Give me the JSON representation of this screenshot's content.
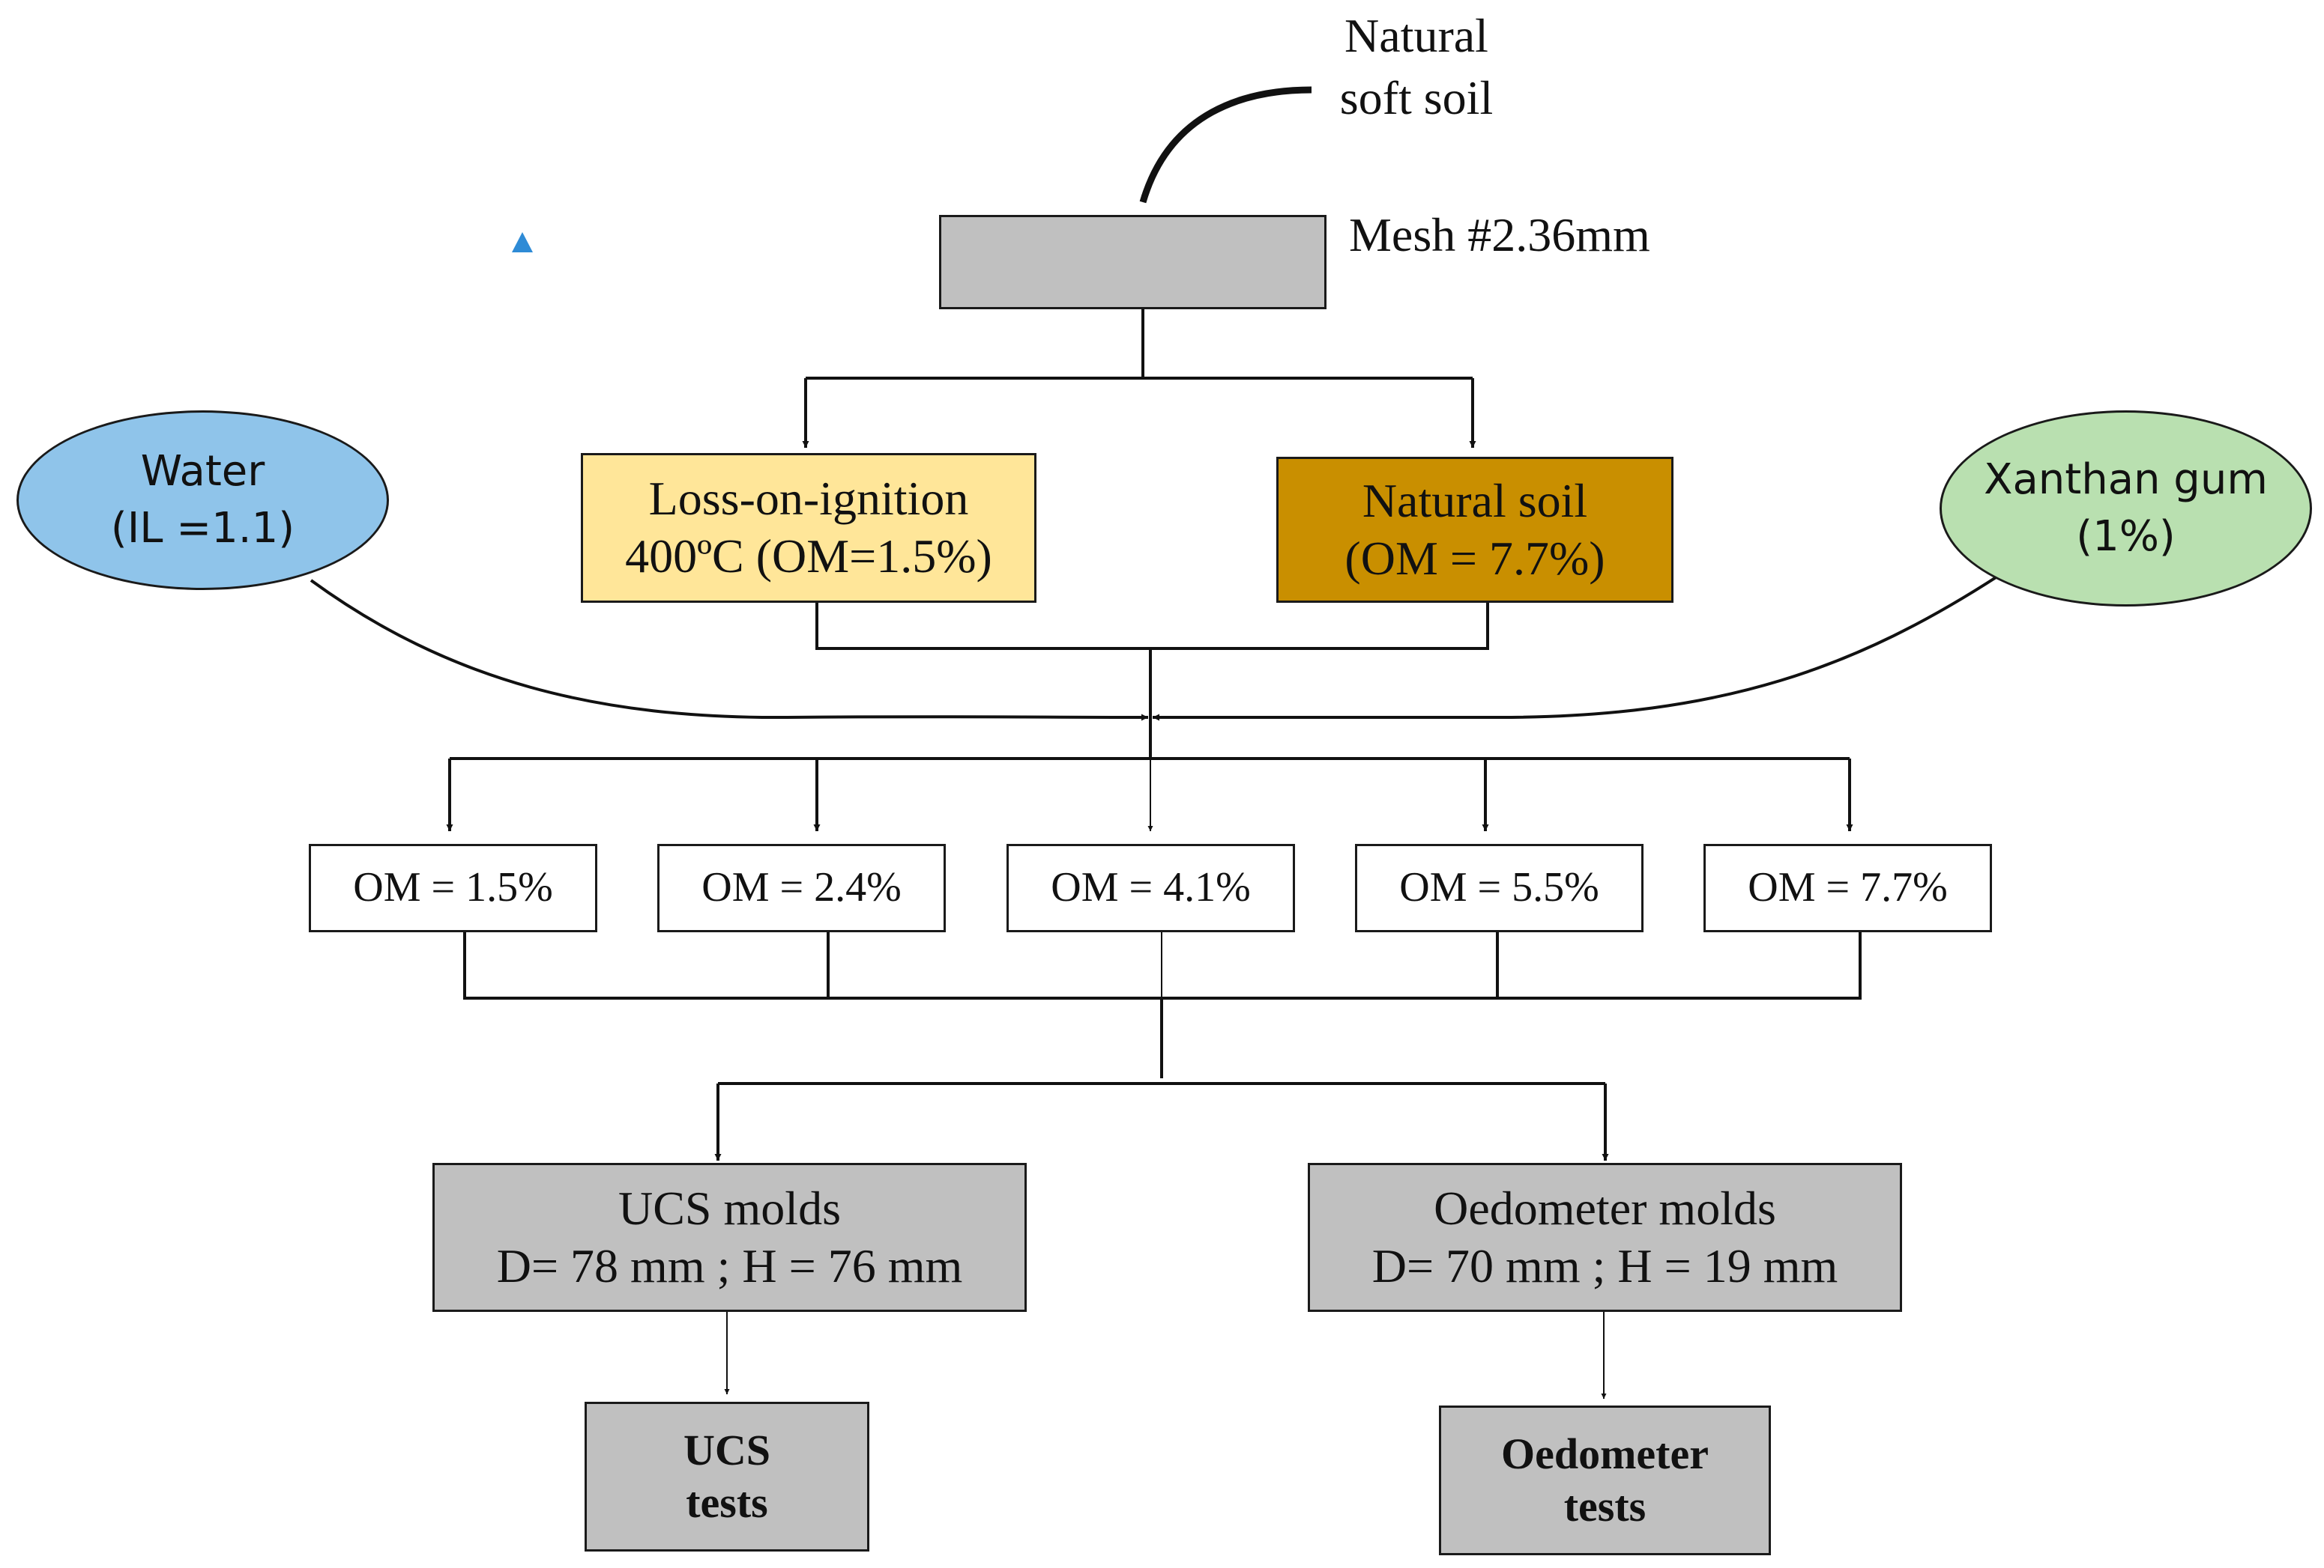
{
  "source": {
    "line1": "Natural",
    "line2": "soft soil"
  },
  "mesh": {
    "label": "Mesh #2.36mm"
  },
  "loi": {
    "line1": "Loss-on-ignition",
    "line2": "400ºC (OM=1.5%)"
  },
  "natural": {
    "line1": "Natural soil",
    "line2": "(OM = 7.7%)"
  },
  "water": {
    "line1": "Water",
    "line2": "(IL =1.1)"
  },
  "xanthan": {
    "line1": "Xanthan gum",
    "line2": "(1%)"
  },
  "om_levels": [
    "OM = 1.5%",
    "OM = 2.4%",
    "OM = 4.1%",
    "OM = 5.5%",
    "OM = 7.7%"
  ],
  "ucs_molds": {
    "line1": "UCS molds",
    "line2": "D= 78 mm ; H = 76 mm"
  },
  "oedo_molds": {
    "line1": "Oedometer molds",
    "line2": "D= 70 mm ; H = 19 mm"
  },
  "ucs_tests": {
    "line1": "UCS",
    "line2": "tests"
  },
  "oedo_tests": {
    "line1": "Oedometer",
    "line2": "tests"
  },
  "colors": {
    "gray": "#c0c0c0",
    "loi_fill": "#ffe699",
    "natural_fill": "#c98f00",
    "water_fill": "#8fc4ea",
    "xanthan_fill": "#b9e0b0",
    "marker": "#2e8bd6"
  }
}
